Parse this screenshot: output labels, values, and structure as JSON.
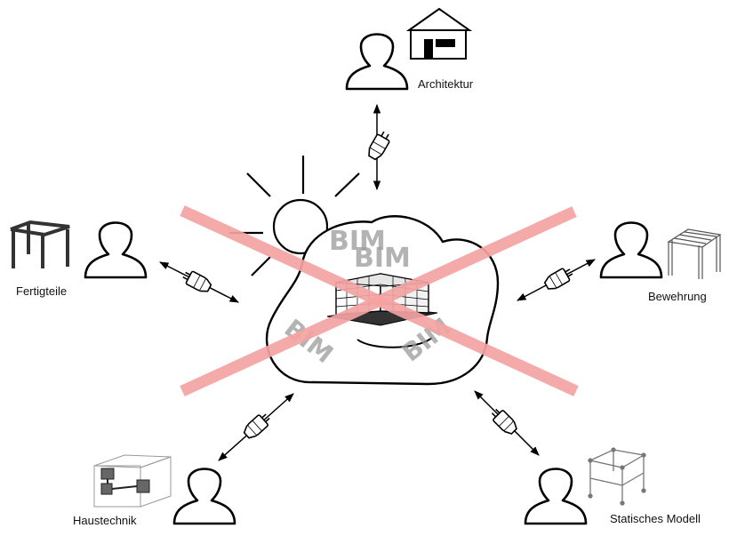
{
  "roles": {
    "architektur": "Architektur",
    "bewehrung": "Bewehrung",
    "fertigteile": "Fertigteile",
    "haustechnik": "Haustechnik",
    "statisches_modell": "Statisches Modell"
  },
  "cloud_watermark": [
    "BIM",
    "BIM",
    "BIM",
    "BIM"
  ],
  "colors": {
    "cross": "#f4a3a3",
    "stroke": "#000000",
    "watermark": "#9a9a9a"
  },
  "icons": {
    "person": "person-icon",
    "connector": "usb-plug-icon",
    "cloud": "cloud-icon",
    "sun": "sun-icon",
    "building": "building-icon"
  }
}
